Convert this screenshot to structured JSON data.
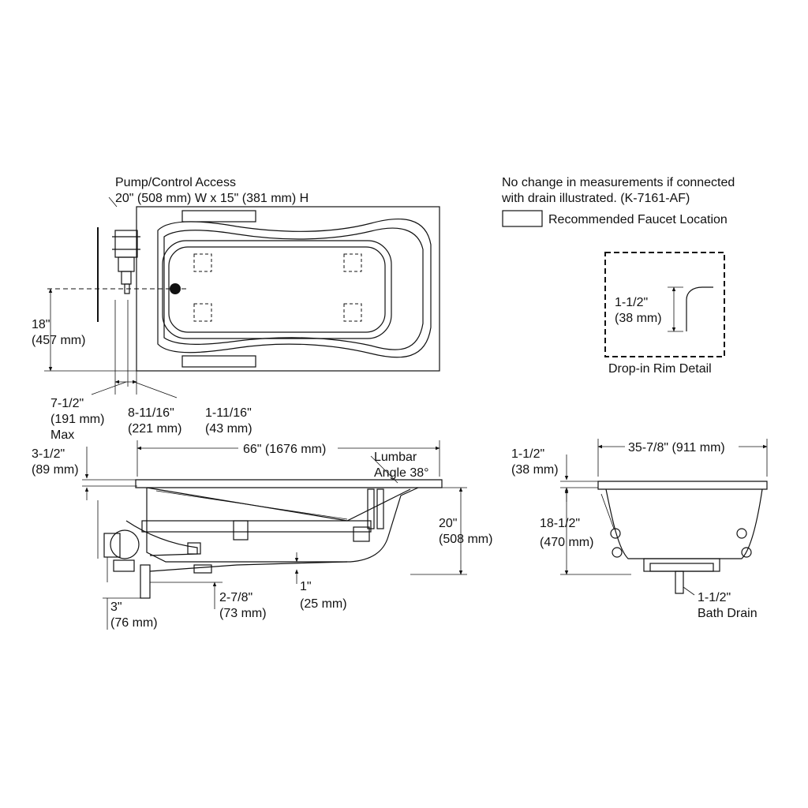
{
  "notes": {
    "pump_access_line1": "Pump/Control Access",
    "pump_access_line2": "20\" (508 mm) W x 15\" (381 mm) H",
    "drain_note_line1": "No change in measurements if connected",
    "drain_note_line2": "with drain illustrated. (K-7161-AF)",
    "legend_faucet": "Recommended Faucet Location",
    "rim_detail_title": "Drop-in Rim Detail",
    "lumbar_line1": "Lumbar",
    "lumbar_line2": "Angle 38°",
    "bath_drain_line1": "1-1/2\"",
    "bath_drain_line2": "Bath Drain"
  },
  "dimensions": {
    "d18_in": "18\"",
    "d18_mm": "(457 mm)",
    "d7_in": "7-1/2\"",
    "d7_mm": "(191 mm)",
    "d7_note": "Max",
    "d8_in": "8-11/16\"",
    "d8_mm": "(221 mm)",
    "d1_11_in": "1-11/16\"",
    "d1_11_mm": "(43 mm)",
    "d3_5_in": "3-1/2\"",
    "d3_5_mm": "(89 mm)",
    "d66": "66\" (1676 mm)",
    "d20_in": "20\"",
    "d20_mm": "(508 mm)",
    "d2_78_in": "2-7/8\"",
    "d2_78_mm": "(73 mm)",
    "d1_in": "1\"",
    "d1_mm": "(25 mm)",
    "d3_in": "3\"",
    "d3_mm": "(76 mm)",
    "rim_in": "1-1/2\"",
    "rim_mm": "(38 mm)",
    "end_rim_in": "1-1/2\"",
    "end_rim_mm": "(38 mm)",
    "d35": "35-7/8\" (911 mm)",
    "d18_5_in": "18-1/2\"",
    "d18_5_mm": "(470 mm)"
  }
}
